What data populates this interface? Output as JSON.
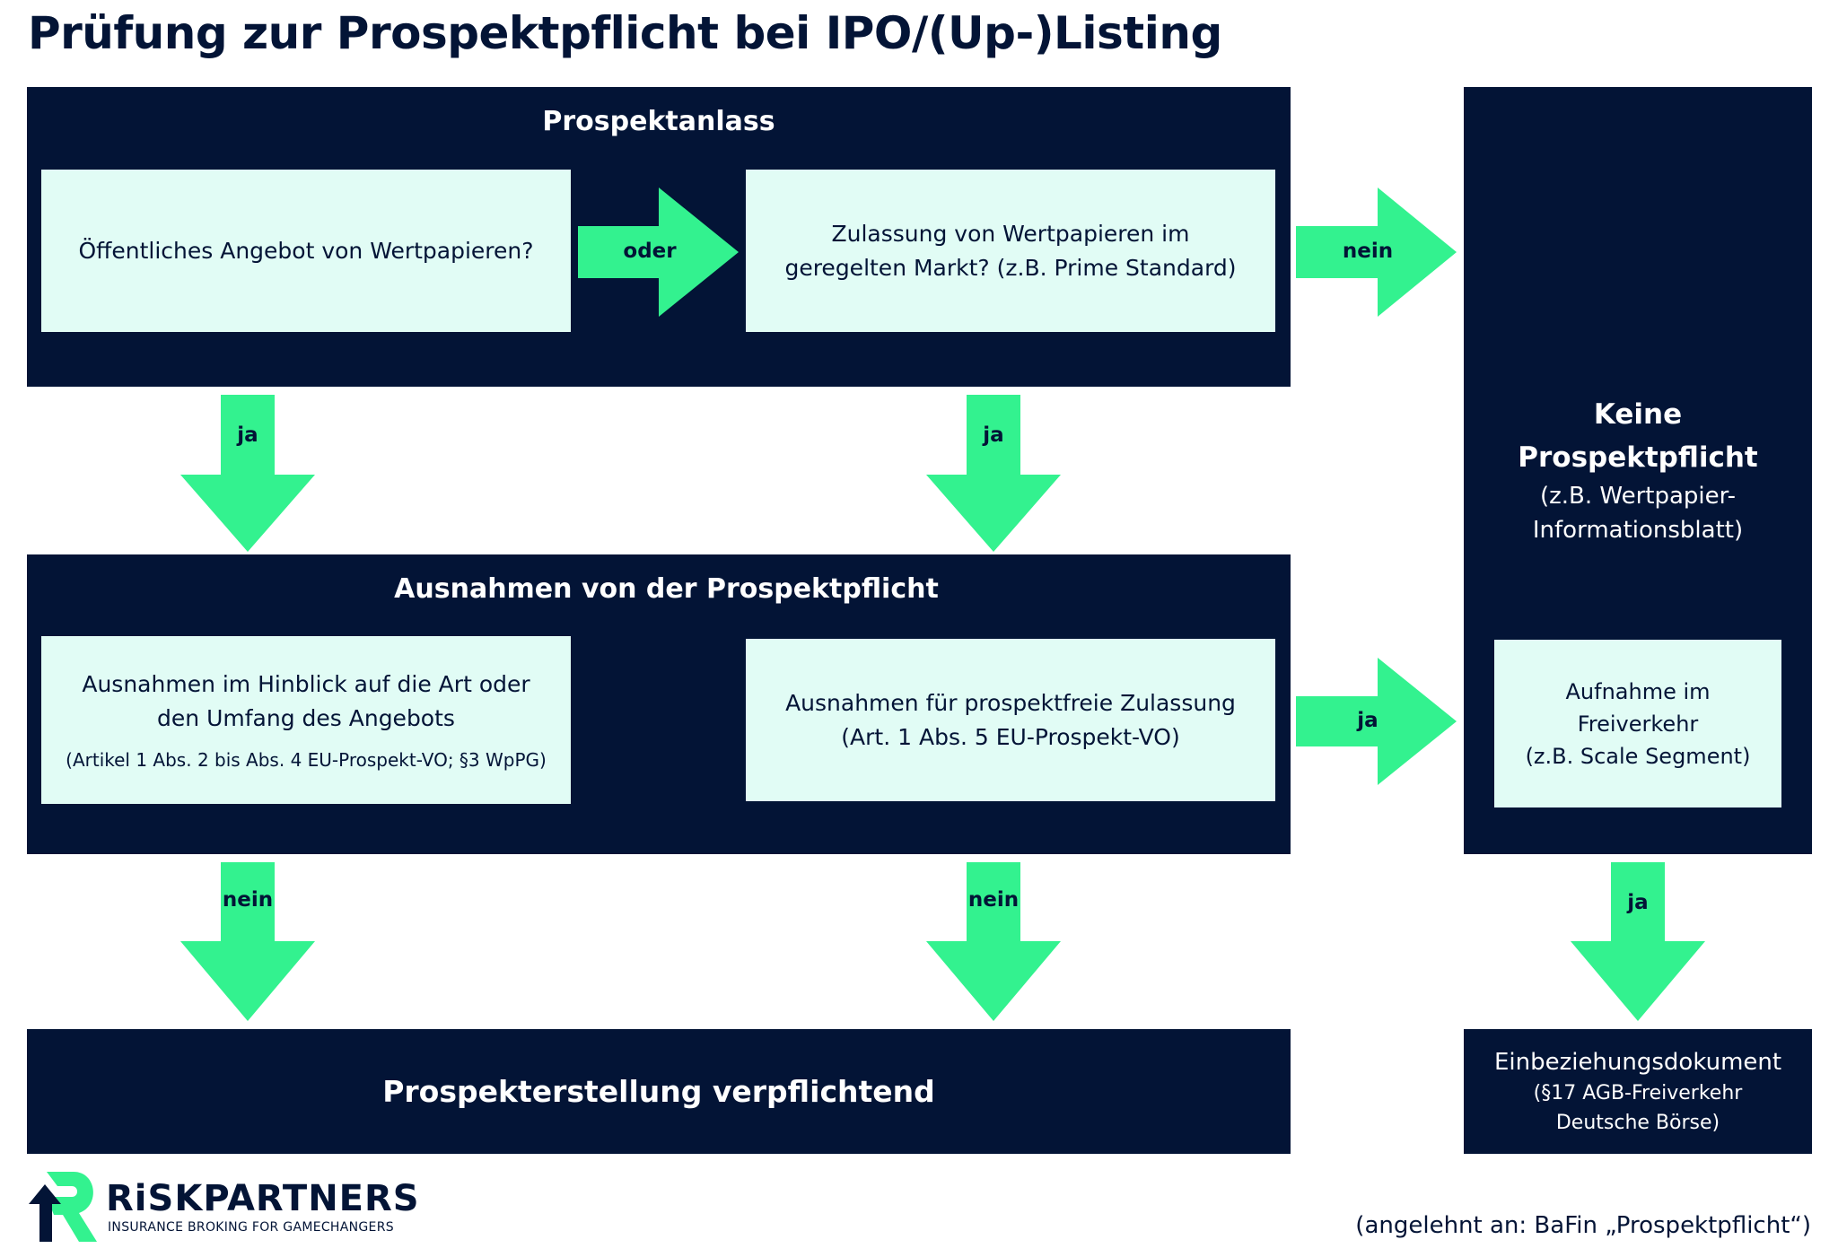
{
  "title": "Prüfung zur Prospektpflicht bei IPO/(Up-)Listing",
  "colors": {
    "navy": "#031436",
    "green": "#33F28F",
    "light": "#E1FCF5"
  },
  "prospektanlass": {
    "title": "Prospektanlass",
    "box1": "Öffentliches Angebot von Wertpapieren?",
    "box2_line1": "Zulassung von Wertpapieren im",
    "box2_line2": "geregelten Markt? (z.B. Prime Standard)",
    "arrow_oder": "oder",
    "arrow_nein": "nein"
  },
  "arrows": {
    "ja1": "ja",
    "ja2": "ja",
    "ja_right": "ja",
    "nein1": "nein",
    "nein2": "nein",
    "ja3": "ja"
  },
  "ausnahmen": {
    "title": "Ausnahmen von der Prospektpflicht",
    "box3_line1": "Ausnahmen im Hinblick auf die Art oder",
    "box3_line2": "den Umfang des Angebots",
    "box3_note": "(Artikel 1 Abs. 2 bis Abs. 4 EU-Prospekt-VO; §3 WpPG)",
    "box4_line1": "Ausnahmen für prospektfreie Zulassung",
    "box4_line2": "(Art. 1 Abs. 5 EU-Prospekt-VO)"
  },
  "keine": {
    "line1": "Keine",
    "line2": "Prospektpflicht",
    "line3": "(z.B. Wertpapier-",
    "line4": "Informationsblatt)",
    "freiverkehr_line1": "Aufnahme im",
    "freiverkehr_line2": "Freiverkehr",
    "freiverkehr_line3": "(z.B. Scale Segment)"
  },
  "bottom": {
    "prospekt": "Prospekterstellung verpflichtend",
    "einbez_line1": "Einbeziehungsdokument",
    "einbez_line2": "(§17 AGB-Freiverkehr",
    "einbez_line3": "Deutsche Börse)"
  },
  "logo": {
    "name": "RiSKPARTNERS",
    "tagline": "INSURANCE BROKING FOR GAMECHANGERS"
  },
  "source": "(angelehnt an:  BaFin „Prospektpflicht“)"
}
